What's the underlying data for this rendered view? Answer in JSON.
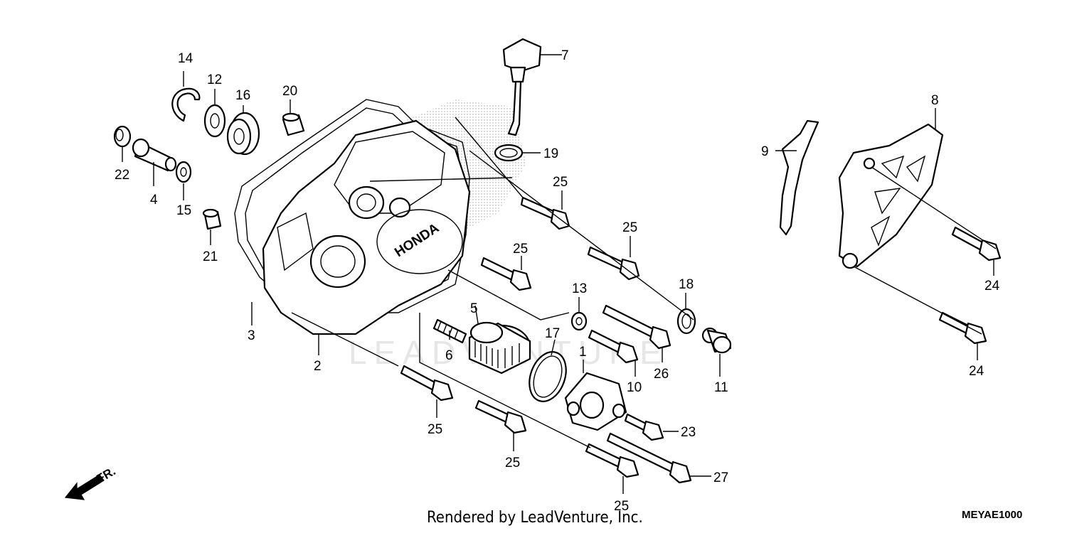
{
  "callouts": {
    "c1": "1",
    "c2": "2",
    "c3": "3",
    "c4": "4",
    "c5": "5",
    "c6": "6",
    "c7": "7",
    "c8": "8",
    "c9": "9",
    "c10": "10",
    "c11": "11",
    "c12": "12",
    "c13": "13",
    "c14": "14",
    "c15": "15",
    "c16": "16",
    "c17": "17",
    "c18": "18",
    "c19": "19",
    "c20": "20",
    "c21": "21",
    "c22": "22",
    "c23": "23",
    "c24": "24",
    "c25": "25",
    "c26": "26",
    "c27": "27"
  },
  "cover_brand": "HONDA",
  "direction_label": "FR.",
  "watermark": "LEADVENTURE",
  "footer_text": "Rendered by LeadVenture, Inc.",
  "diagram_code": "MEYAE1000"
}
